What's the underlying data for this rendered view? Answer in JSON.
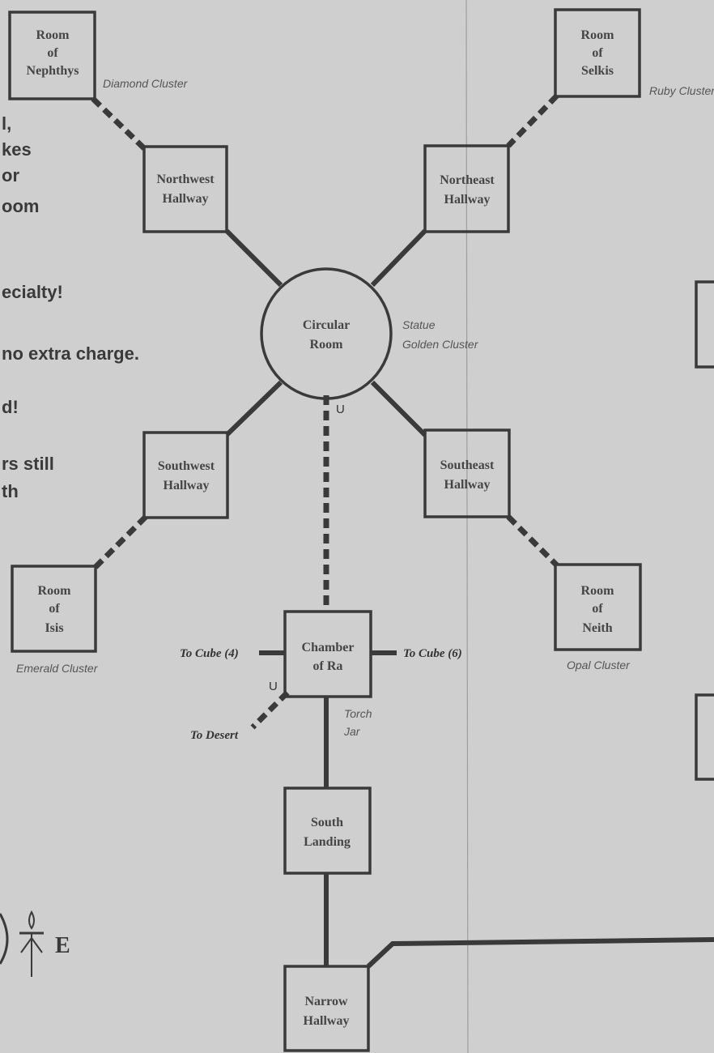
{
  "left_text_fragments": [
    "l,",
    "kes",
    "or",
    "oom",
    "ecialty!",
    "no extra charge.",
    "d!",
    "rs still",
    "th"
  ],
  "rooms": {
    "room_of_nephthys": [
      "Room",
      "of",
      "Nephthys"
    ],
    "room_of_selkis": [
      "Room",
      "of",
      "Selkis"
    ],
    "northwest_hallway": [
      "Northwest",
      "Hallway"
    ],
    "northeast_hallway": [
      "Northeast",
      "Hallway"
    ],
    "circular_room": [
      "Circular",
      "Room"
    ],
    "southwest_hallway": [
      "Southwest",
      "Hallway"
    ],
    "southeast_hallway": [
      "Southeast",
      "Hallway"
    ],
    "room_of_isis": [
      "Room",
      "of",
      "Isis"
    ],
    "room_of_neith": [
      "Room",
      "of",
      "Neith"
    ],
    "chamber_of_ra": [
      "Chamber",
      "of Ra"
    ],
    "south_landing": [
      "South",
      "Landing"
    ],
    "narrow_hallway": [
      "Narrow",
      "Hallway"
    ]
  },
  "notes": {
    "diamond_cluster": "Diamond Cluster",
    "ruby_cluster": "Ruby Cluster",
    "statue": "Statue",
    "golden_cluster": "Golden Cluster",
    "emerald_cluster": "Emerald Cluster",
    "opal_cluster": "Opal Cluster",
    "torch": "Torch",
    "jar": "Jar"
  },
  "exits": {
    "to_cube_4": "To Cube (4)",
    "to_cube_6": "To Cube (6)",
    "to_desert": "To Desert"
  },
  "markers": {
    "up_circular": "U",
    "up_chamber": "U"
  },
  "compass_letter": "E"
}
